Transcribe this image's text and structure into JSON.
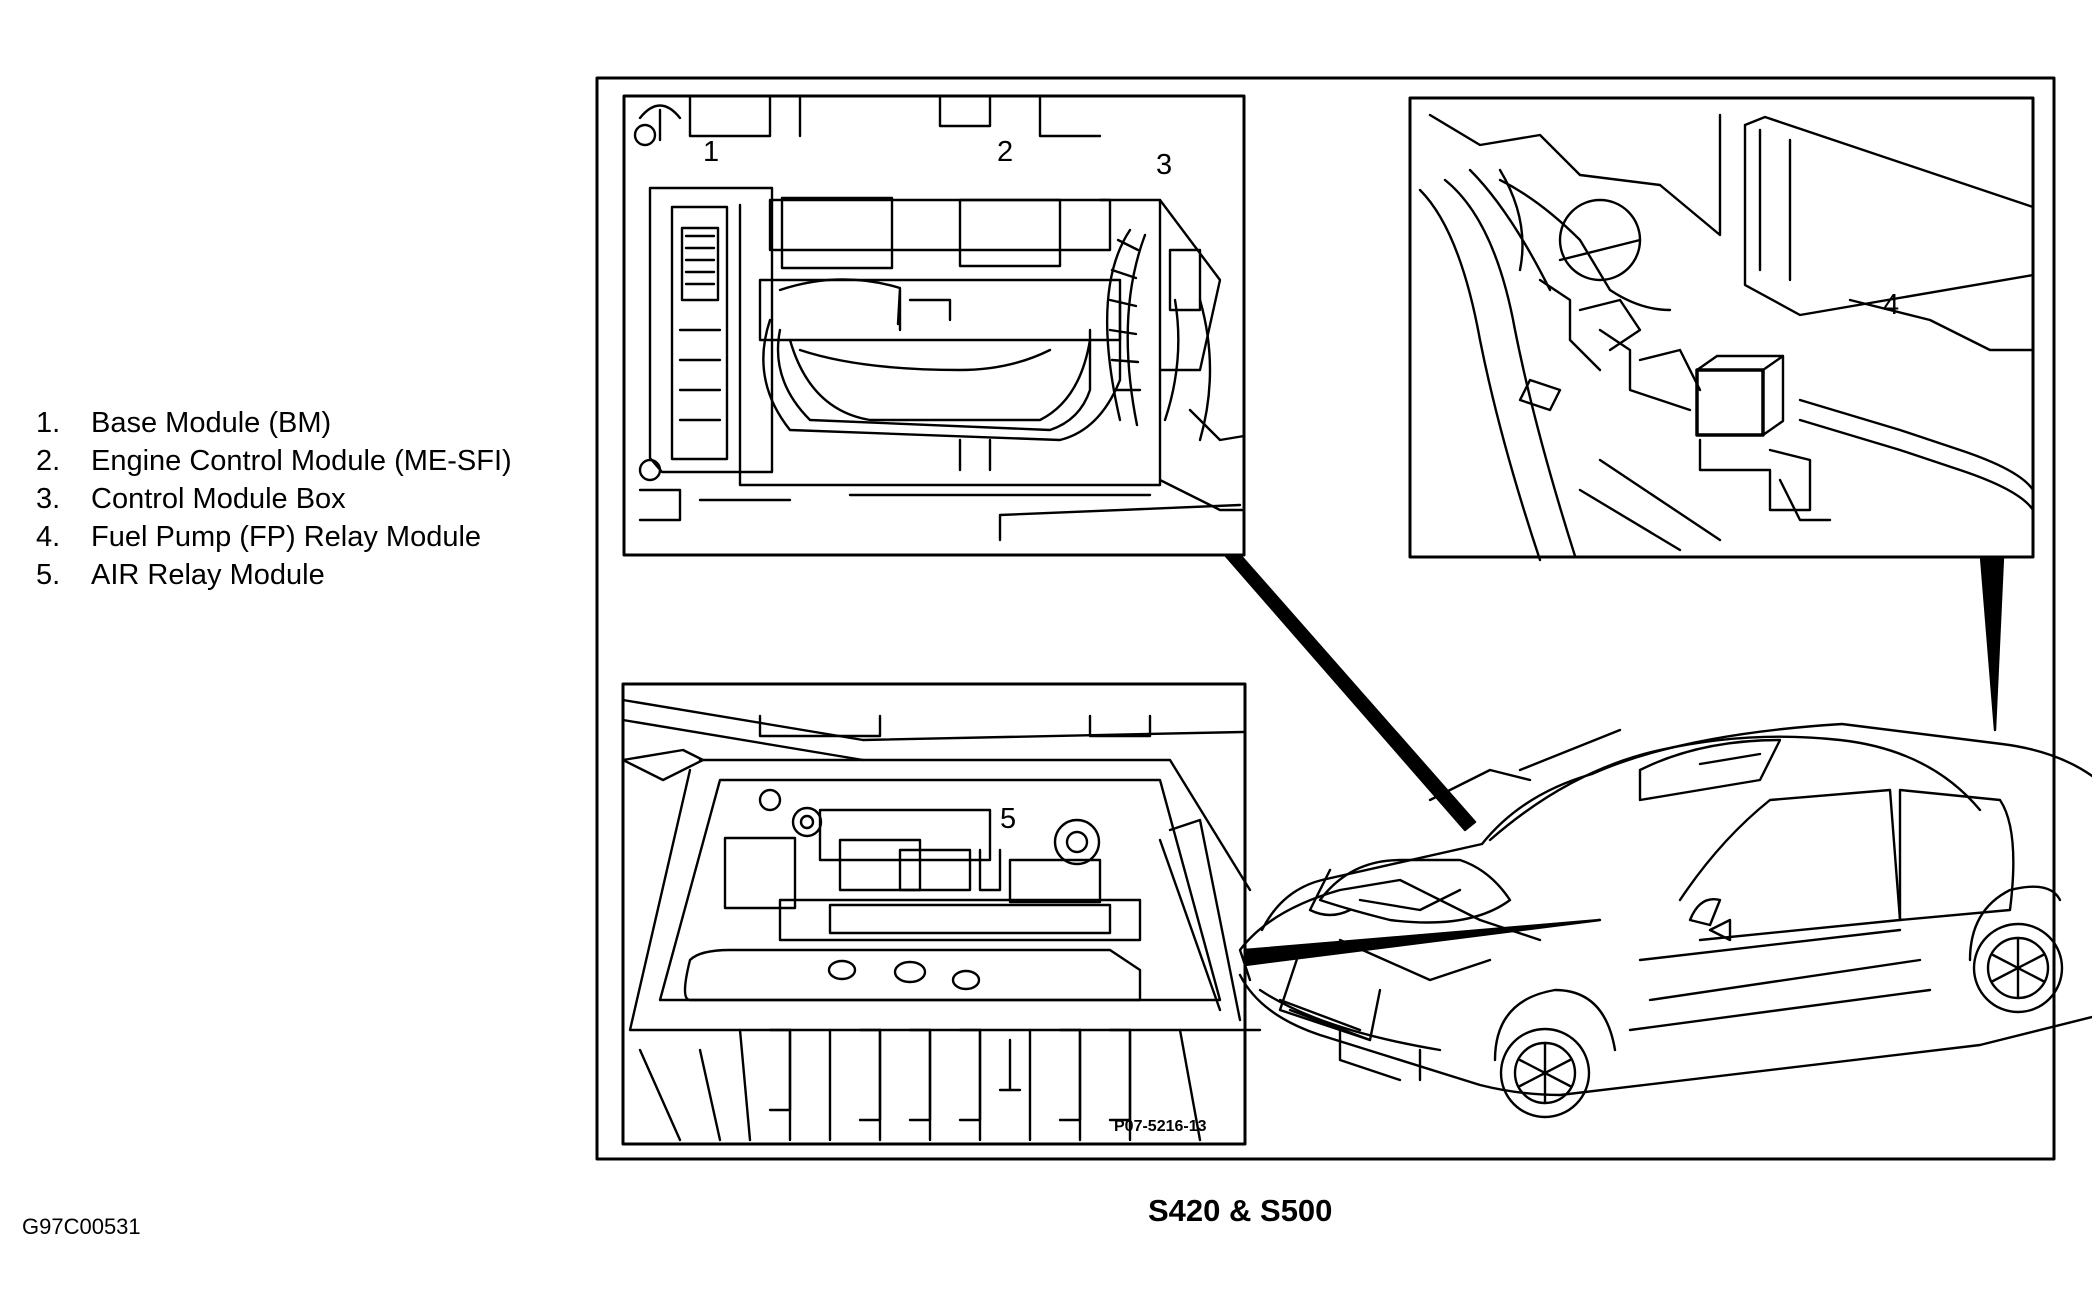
{
  "legend": {
    "items": [
      {
        "number": "1.",
        "label": "Base Module (BM)"
      },
      {
        "number": "2.",
        "label": "Engine Control Module (ME-SFI)"
      },
      {
        "number": "3.",
        "label": "Control Module Box"
      },
      {
        "number": "4.",
        "label": "Fuel Pump (FP) Relay Module"
      },
      {
        "number": "5.",
        "label": "AIR Relay Module"
      }
    ]
  },
  "callouts": {
    "c1": "1",
    "c2": "2",
    "c3": "3",
    "c4": "4",
    "c5": "5"
  },
  "panel_code": "P07-5216-13",
  "caption": "S420 & S500",
  "figure_id": "G97C00531"
}
